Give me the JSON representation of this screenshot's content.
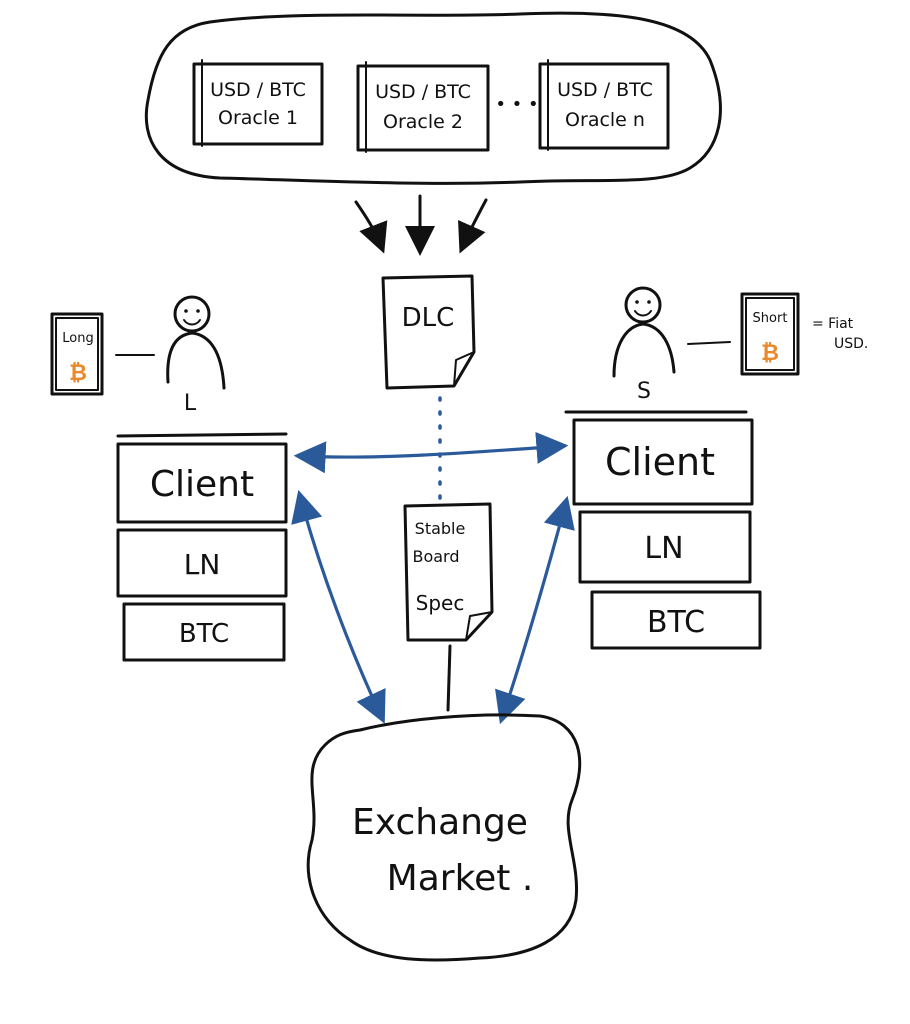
{
  "oracles": {
    "items": [
      {
        "line1": "USD / BTC",
        "line2": "Oracle 1"
      },
      {
        "line1": "USD / BTC",
        "line2": "Oracle 2"
      },
      {
        "line1": "USD / BTC",
        "line2": "Oracle n"
      }
    ],
    "ellipsis": "• • •"
  },
  "dlc": {
    "label": "DLC"
  },
  "long_party": {
    "card_label": "Long",
    "card_symbol": "₿",
    "person_label": "L",
    "stack": [
      "Client",
      "LN",
      "BTC"
    ]
  },
  "short_party": {
    "card_label": "Short",
    "card_symbol": "₿",
    "person_label": "S",
    "fiat_note_line1": "= Fiat",
    "fiat_note_line2": "USD."
  },
  "short_stack": [
    "Client",
    "LN",
    "BTC"
  ],
  "spec": {
    "line1": "Stable",
    "line2": "Board",
    "line3": "Spec"
  },
  "exchange": {
    "line1": "Exchange",
    "line2": "Market ."
  },
  "colors": {
    "ink": "#111111",
    "arrow": "#2b5a9b",
    "bitcoin": "#e8892b"
  }
}
